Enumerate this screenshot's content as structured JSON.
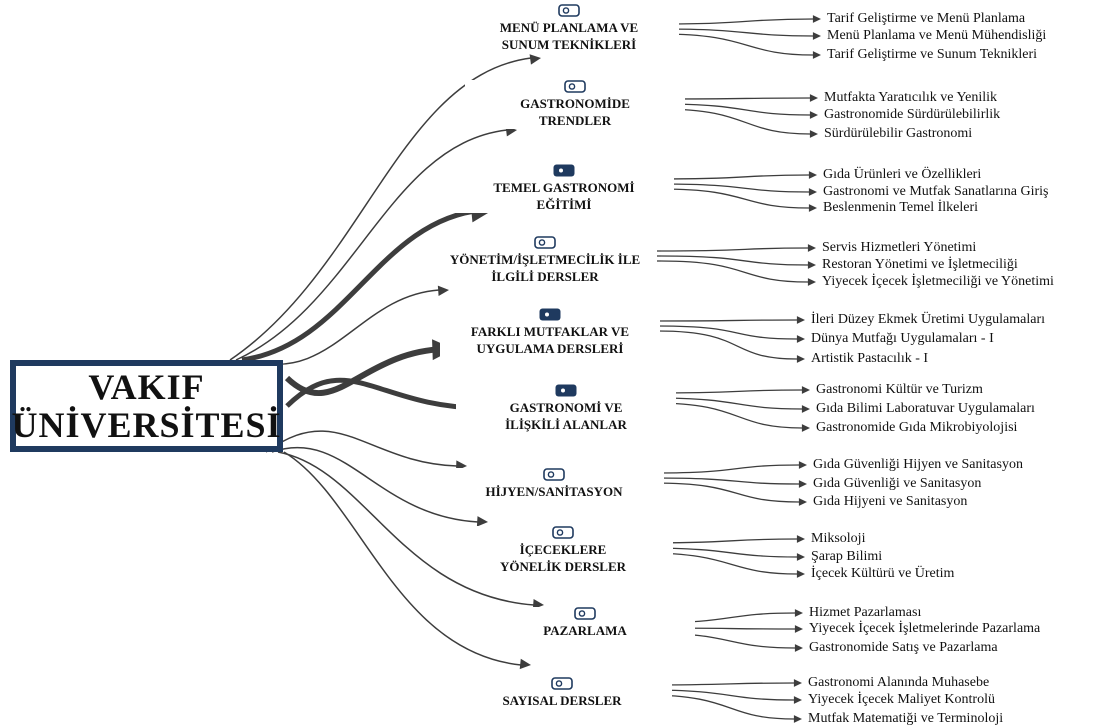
{
  "root": {
    "line1": "VAKIF",
    "line2": "ÜNİVERSİTESİ"
  },
  "categories": [
    {
      "line1": "MENÜ PLANLAMA VE",
      "line2": "SUNUM TEKNİKLERİ",
      "icon": "toggle-off-icon",
      "items": [
        "Tarif Geliştirme ve Menü Planlama",
        "Menü Planlama ve Menü Mühendisliği",
        "Tarif Geliştirme ve Sunum Teknikleri"
      ]
    },
    {
      "line1": "GASTRONOMİDE",
      "line2": "TRENDLER",
      "icon": "toggle-off-icon",
      "items": [
        "Mutfakta Yaratıcılık ve Yenilik",
        "Gastronomide Sürdürülebilirlik",
        "Sürdürülebilir Gastronomi"
      ]
    },
    {
      "line1": "TEMEL GASTRONOMİ",
      "line2": "EĞİTİMİ",
      "icon": "toggle-on-icon",
      "items": [
        "Gıda Ürünleri ve Özellikleri",
        "Gastronomi ve Mutfak Sanatlarına Giriş",
        "Beslenmenin Temel İlkeleri"
      ]
    },
    {
      "line1": "YÖNETİM/İŞLETMECİLİK İLE",
      "line2": "İLGİLİ DERSLER",
      "icon": "toggle-off-icon",
      "items": [
        "Servis Hizmetleri Yönetimi",
        "Restoran Yönetimi ve İşletmeciliği",
        "Yiyecek İçecek İşletmeciliği ve Yönetimi"
      ]
    },
    {
      "line1": "FARKLI MUTFAKLAR VE",
      "line2": "UYGULAMA DERSLERİ",
      "icon": "toggle-on-icon",
      "items": [
        "İleri Düzey Ekmek Üretimi Uygulamaları",
        "Dünya Mutfağı Uygulamaları - I",
        "Artistik Pastacılık - I"
      ]
    },
    {
      "line1": "GASTRONOMİ VE",
      "line2": "İLİŞKİLİ ALANLAR",
      "icon": "toggle-on-icon",
      "items": [
        "Gastronomi Kültür ve Turizm",
        "Gıda Bilimi Laboratuvar Uygulamaları",
        "Gastronomide Gıda Mikrobiyolojisi"
      ]
    },
    {
      "line1": "HİJYEN/SANİTASYON",
      "line2": "",
      "icon": "toggle-off-icon",
      "items": [
        "Gıda Güvenliği Hijyen ve Sanitasyon",
        "Gıda Güvenliği ve Sanitasyon",
        "Gıda Hijyeni ve Sanitasyon"
      ]
    },
    {
      "line1": "İÇECEKLERE",
      "line2": "YÖNELİK DERSLER",
      "icon": "toggle-off-icon",
      "items": [
        "Miksoloji",
        "Şarap Bilimi",
        "İçecek Kültürü ve Üretim"
      ]
    },
    {
      "line1": "PAZARLAMA",
      "line2": "",
      "icon": "toggle-off-icon",
      "items": [
        "Hizmet Pazarlaması",
        "Yiyecek İçecek İşletmelerinde Pazarlama",
        "Gastronomide Satış ve Pazarlama"
      ]
    },
    {
      "line1": "SAYISAL DERSLER",
      "line2": "",
      "icon": "toggle-off-icon",
      "items": [
        "Gastronomi Alanında Muhasebe",
        "Yiyecek İçecek Maliyet Kontrolü",
        "Mutfak Matematiği ve Terminoloji"
      ]
    }
  ]
}
